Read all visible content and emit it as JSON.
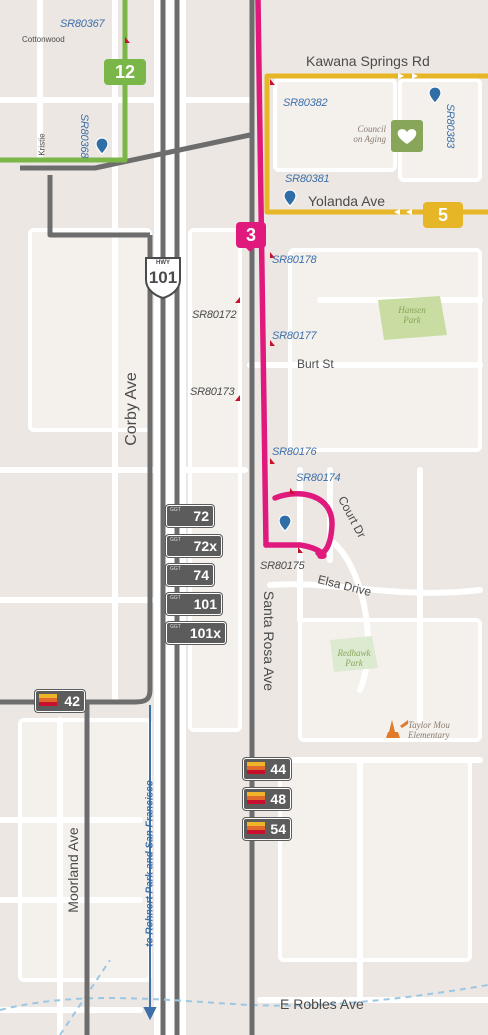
{
  "streets": {
    "kawana": "Kawana Springs Rd",
    "yolanda": "Yolanda Ave",
    "burt": "Burt St",
    "corby": "Corby Ave",
    "court": "Court Dr",
    "elsa": "Elsa Drive",
    "santa_rosa": "Santa Rosa Ave",
    "moorland": "Moorland Ave",
    "robles": "E Robles Ave",
    "kristie": "Kristie",
    "cottonwood": "Cottonwood"
  },
  "highway": {
    "label": "HWY",
    "number": "101"
  },
  "direction_note": "to Rohnert Park and San Francisco",
  "places": {
    "council_line1": "Council",
    "council_line2": "on Aging",
    "hansen_line1": "Hansen",
    "hansen_line2": "Park",
    "redhawk_line1": "Redhawk",
    "redhawk_line2": "Park",
    "taylor_line1": "Taylor Mou",
    "taylor_line2": "Elementary"
  },
  "stops": {
    "sr80367": "SR80367",
    "sr80368": "SR80368",
    "sr80382": "SR80382",
    "sr80383": "SR80383",
    "sr80381": "SR80381",
    "sr80178": "SR80178",
    "sr80172": "SR80172",
    "sr80177": "SR80177",
    "sr80173": "SR80173",
    "sr80176": "SR80176",
    "sr80174": "SR80174",
    "sr80175": "SR80175"
  },
  "routes": {
    "r12": "12",
    "r3": "3",
    "r5": "5"
  },
  "ggt_label": "GGT",
  "ggt_routes": [
    "72",
    "72x",
    "74",
    "101",
    "101x"
  ],
  "sonoma_routes": [
    "42",
    "44",
    "48",
    "54"
  ],
  "colors": {
    "route_3": "#e0197d",
    "route_5": "#e6b627",
    "route_12": "#7ab648",
    "regional": "#6d6d6d",
    "stop_text": "#3d6fa8",
    "park_green": "#87a65a",
    "background": "#ece7e2"
  },
  "icons": {
    "bus_stop": "map-pin-icon",
    "heart": "heart-hands-icon",
    "school": "school-bell-icon",
    "highway": "us-highway-shield-icon"
  }
}
